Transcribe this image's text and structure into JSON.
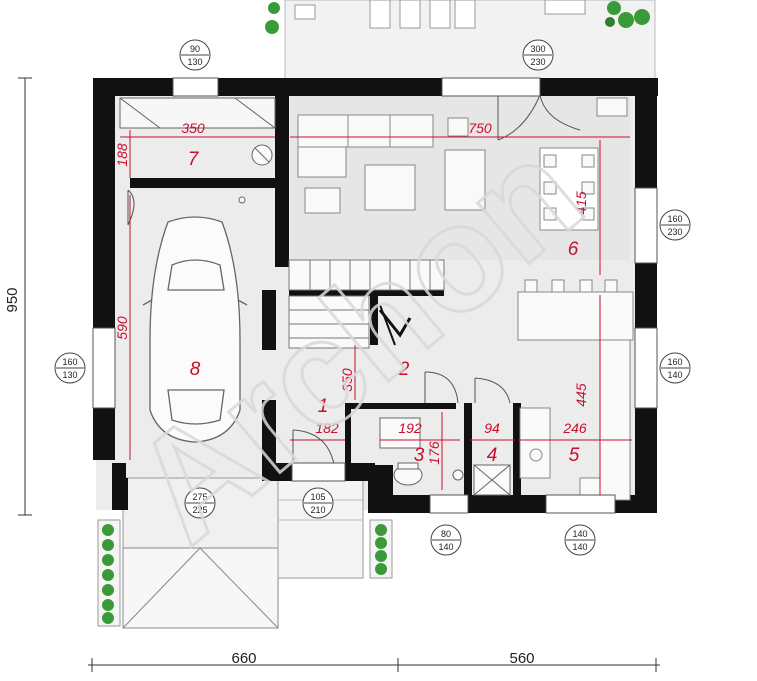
{
  "watermark": "Archon",
  "overall_dims": {
    "height": "950",
    "width_left": "660",
    "width_right": "560"
  },
  "rooms": [
    {
      "id": "r1",
      "label": "1"
    },
    {
      "id": "r2",
      "label": "2"
    },
    {
      "id": "r3",
      "label": "3"
    },
    {
      "id": "r4",
      "label": "4"
    },
    {
      "id": "r5",
      "label": "5"
    },
    {
      "id": "r6",
      "label": "6"
    },
    {
      "id": "r7",
      "label": "7"
    },
    {
      "id": "r8",
      "label": "8"
    }
  ],
  "room_dims": {
    "r7_width": "350",
    "r7_depth": "188",
    "r6_width": "750",
    "r6_depth_upper": "415",
    "r6_depth_lower": "445",
    "r8_depth": "590",
    "r1_depth": "350",
    "r1_width": "182",
    "r3_width": "192",
    "r3_depth": "176",
    "r4_width": "94",
    "r5_width": "246"
  },
  "windows": {
    "w_top_left": {
      "w": "90",
      "h": "130"
    },
    "w_top_right": {
      "w": "300",
      "h": "230"
    },
    "w_right_upper": {
      "w": "160",
      "h": "230"
    },
    "w_right_lower": {
      "w": "160",
      "h": "140"
    },
    "w_left": {
      "w": "160",
      "h": "130"
    },
    "w_garage": {
      "w": "275",
      "h": "225"
    },
    "w_entry": {
      "w": "105",
      "h": "210"
    },
    "w_bath": {
      "w": "80",
      "h": "140"
    },
    "w_kitchen": {
      "w": "140",
      "h": "140"
    }
  },
  "colors": {
    "wall": "#111111",
    "dim": "#c8102e",
    "floor": "#e9e9e9",
    "plant": "#3a9a3a"
  }
}
